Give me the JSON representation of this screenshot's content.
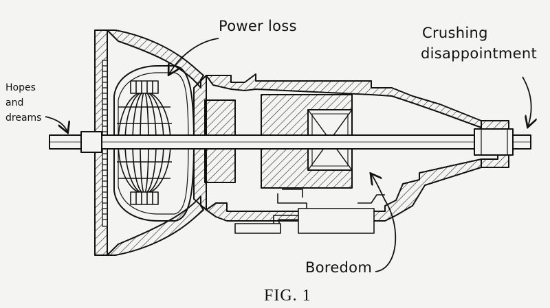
{
  "labels": {
    "power_loss": "Power loss",
    "crushing_line1": "Crushing",
    "crushing_line2": "disappointment",
    "hopes_line1": "Hopes",
    "hopes_line2": "and",
    "hopes_line3": "dreams",
    "boredom": "Boredom"
  },
  "caption": "FIG. 1",
  "colors": {
    "ink": "#111111",
    "paper": "#f4f4f2"
  }
}
